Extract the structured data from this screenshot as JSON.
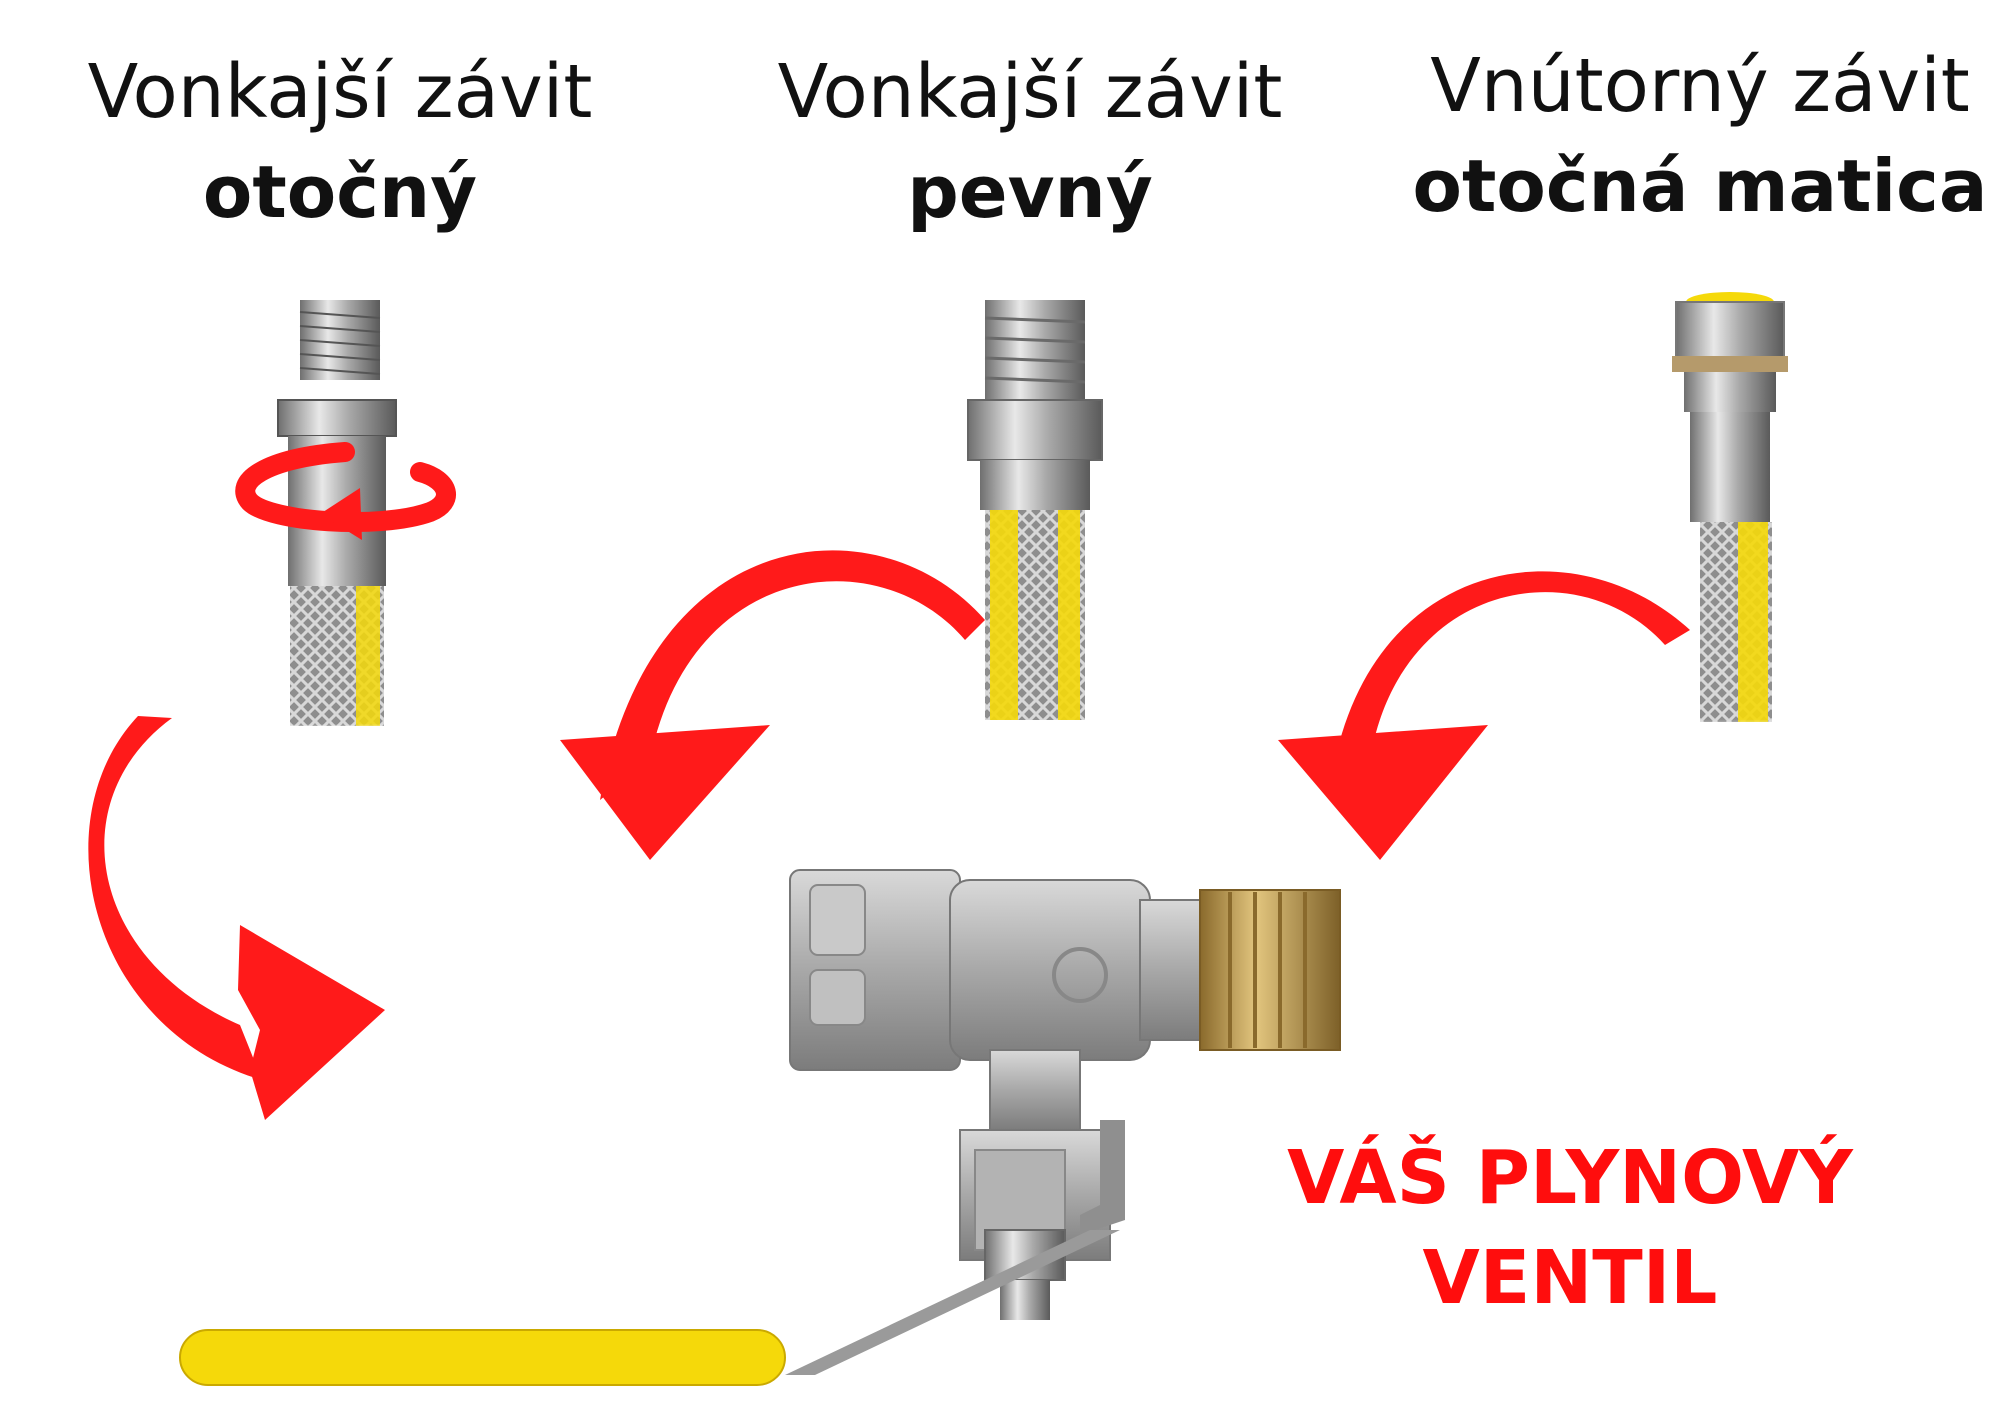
{
  "captions": [
    {
      "line1": "Vonkajší závit",
      "line2": "otočný"
    },
    {
      "line1": "Vonkajší závit",
      "line2": "pevný"
    },
    {
      "line1": "Vnútorný závit",
      "line2": "otočná matica"
    }
  ],
  "valve_label": {
    "line1": "VÁŠ PLYNOVÝ",
    "line2": "VENTIL"
  },
  "colors": {
    "arrow": "#ff1a1a",
    "hose_yellow": "#f5d90a",
    "metal": "#b9b9b9",
    "brass": "#c8a55a",
    "text": "#111111",
    "label": "#ff0d0d"
  },
  "icons": [
    "rotation-arrow-icon",
    "curved-arrow-icon"
  ]
}
